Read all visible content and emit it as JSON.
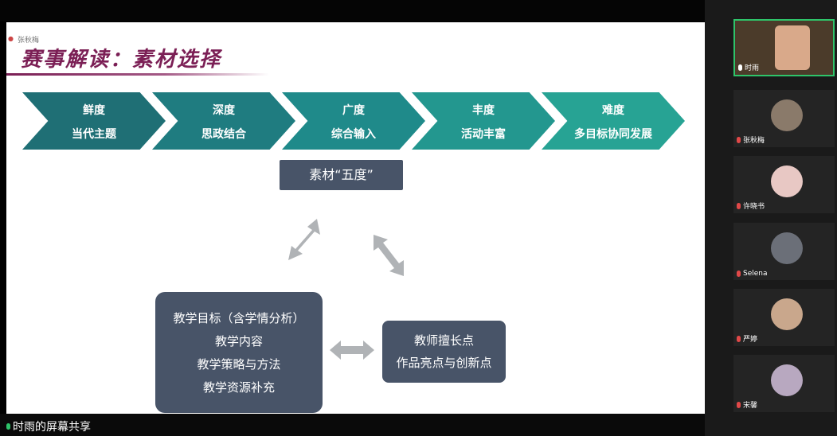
{
  "slide": {
    "recorder_name": "张秋梅",
    "title": "赛事解读：素材选择",
    "chevrons": [
      {
        "line1": "鲜度",
        "line2": "当代主题",
        "color": "#1f6f75"
      },
      {
        "line1": "深度",
        "line2": "思政结合",
        "color": "#1f7c80"
      },
      {
        "line1": "广度",
        "line2": "综合输入",
        "color": "#1f8a8a"
      },
      {
        "line1": "丰度",
        "line2": "活动丰富",
        "color": "#23978f"
      },
      {
        "line1": "难度",
        "line2": "多目标协同发展",
        "color": "#27a394"
      }
    ],
    "center_box": "素材“五度”",
    "left_box": [
      "教学目标（含学情分析）",
      "教学内容",
      "教学策略与方法",
      "教学资源补充"
    ],
    "right_box": [
      "教师擅长点",
      "作品亮点与创新点"
    ]
  },
  "participants": [
    {
      "name": "时雨",
      "active": true,
      "muted": false
    },
    {
      "name": "张秋梅",
      "active": false,
      "muted": true
    },
    {
      "name": "许晓书",
      "active": false,
      "muted": true
    },
    {
      "name": "Selena",
      "active": false,
      "muted": true
    },
    {
      "name": "严婷",
      "active": false,
      "muted": true
    },
    {
      "name": "宋馨",
      "active": false,
      "muted": true
    }
  ],
  "share_status": "时雨的屏幕共享",
  "colors": {
    "accent_title": "#7b1f55",
    "box": "#485468",
    "active_border": "#2ec46a"
  }
}
